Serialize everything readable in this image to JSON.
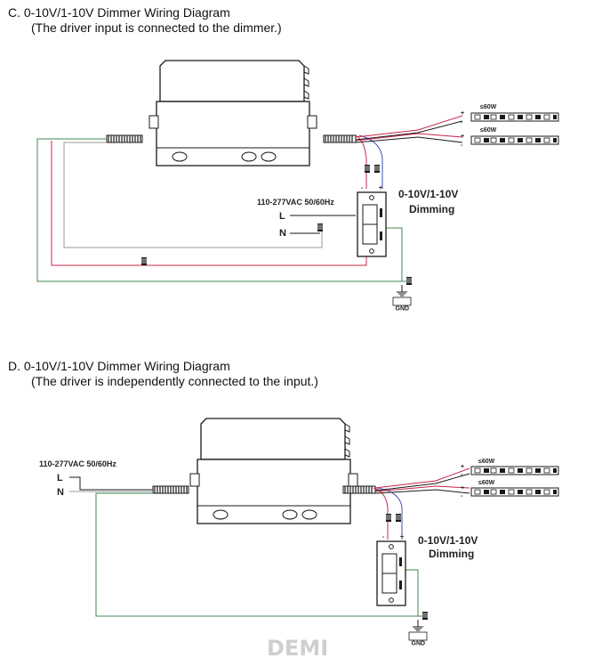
{
  "diagram_c": {
    "title": "C. 0-10V/1-10V Dimmer Wiring Diagram",
    "subtitle": "(The driver input is connected to the dimmer.)",
    "input_label": "110-277VAC 50/60Hz",
    "line_label": "L",
    "neutral_label": "N",
    "dimming_label_1": "0-10V/1-10V",
    "dimming_label_2": "Dimming",
    "strip_1_power": "≤60W",
    "strip_2_power": "≤60W",
    "plus": "+",
    "minus": "-",
    "gnd_label": "GND"
  },
  "diagram_d": {
    "title": "D. 0-10V/1-10V Dimmer Wiring Diagram",
    "subtitle": "(The driver is independently connected to the input.)",
    "input_label": "110-277VAC 50/60Hz",
    "line_label": "L",
    "neutral_label": "N",
    "dimming_label_1": "0-10V/1-10V",
    "dimming_label_2": "Dimming",
    "strip_1_power": "≤60W",
    "strip_2_power": "≤60W",
    "plus": "+",
    "minus": "-",
    "gnd_label": "GND"
  },
  "watermark": "DEMI",
  "colors": {
    "wire_ground": "#3f8a52",
    "wire_neutral": "#9a9a9a",
    "wire_red": "#c9264a",
    "wire_blue": "#3a4fb0",
    "outline": "#1a1a1a"
  }
}
